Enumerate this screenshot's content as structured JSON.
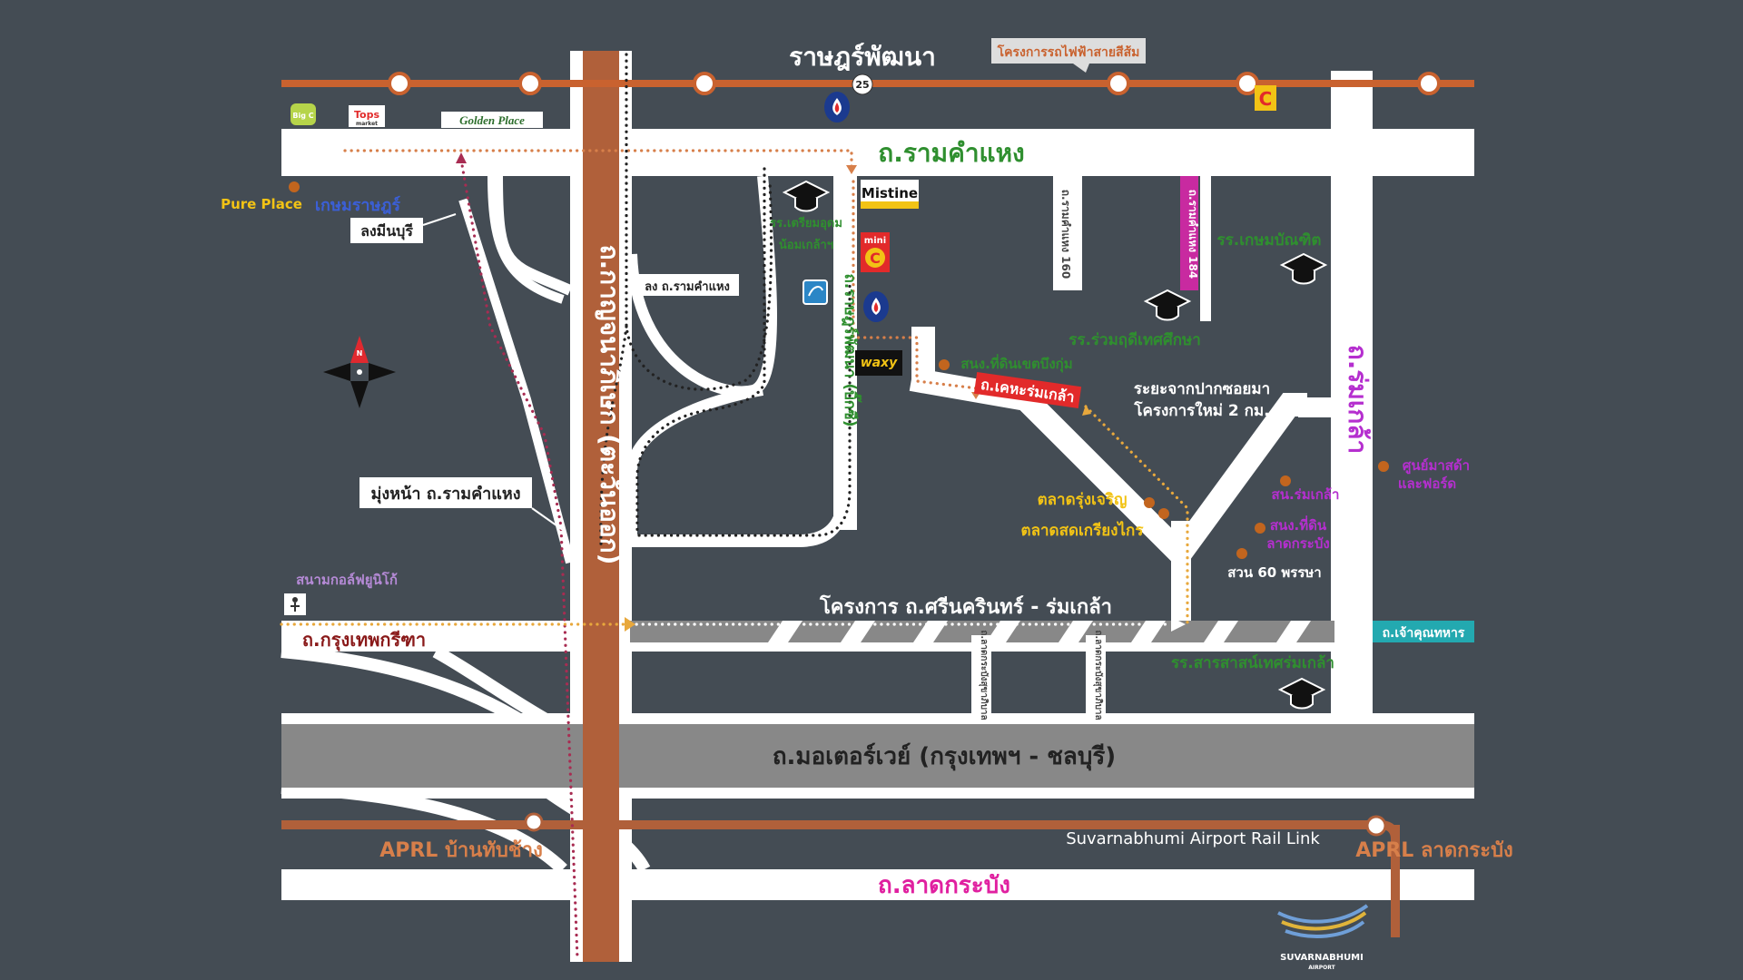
{
  "colors": {
    "background": "#444c54",
    "road": "#ffffff",
    "expressway": "#b0603a",
    "rail": "#c9622f",
    "motorway": "#888888",
    "route_dot_red": "#a82c52",
    "route_dot_orange": "#d77f4a",
    "route_dot_gold": "#e8a83c",
    "poi_dot": "#c2651e"
  },
  "header": {
    "road_name": "ราษฎร์พัฒนา",
    "project_callout": "โครงการรถไฟฟ้าสายสีส้ม",
    "route_number": "25"
  },
  "roads": {
    "ramkhamhaeng": "ถ.รามคำแหง",
    "kaset_rat": "เกษมราษฎร์",
    "lot_minburi": "ลงมีนบุรี",
    "lot_ramkhamhaeng": "ลง ถ.รามคำแหง",
    "expressway": "ถ.กาญจนาภิเษก (ตะวันออก)",
    "rat_phatthana_soi": "ถ.ราษฎร์พัฒนา (บิ๊กซี)",
    "khehaa_romklao": "ถ.เคหะร่มเกล้า",
    "romklao": "ถ.ร่มเกล้า",
    "ram160": "ถ.รามคำแหง 160",
    "ram184": "ถ.รามคำแหง 184",
    "krungthep_kreetha": "ถ.กรุงเทพกรีฑา",
    "srinakarin_project": "โครงการ ถ.ศรีนครินทร์ - ร่มเกล้า",
    "chao_khun_thahan": "ถ.เจ้าคุณทหาร",
    "motorway": "ถ.มอเตอร์เวย์ (กรุงเทพฯ - ชลบุรี)",
    "lat_krabang": "ถ.ลาดกระบัง",
    "airport_rail_link": "Suvarnabhumi Airport Rail Link",
    "mungna": "มุ่งหน้า ถ.รามคำแหง",
    "soi_left": "ถ.ลาดกระบังสุขาภิบาล",
    "soi_right": "ถ.ลาดกระบังสุขาภิบาล"
  },
  "stations": {
    "ban_thap_chang": "APRL บ้านทับช้าง",
    "lat_krabang": "APRL ลาดกระบัง"
  },
  "places": {
    "pure_place": "Pure Place",
    "golden_place": "Golden Place",
    "tops": "Tops",
    "tops_sub": "market",
    "mistine": "Mistine",
    "mini": "mini",
    "waxy": "waxy",
    "school_triam": "รร.เตรียมอุดม",
    "school_triam2": "น้อมเกล้าฯ",
    "school_kasem": "รร.เกษมบัณฑิต",
    "school_ruam": "รร.ร่วมฤดีเทศศึกษา",
    "school_saras": "รร.สารสาสน์เทศร่มเกล้า",
    "land_office_bk": "สนง.ที่ดินเขตบึงกุ่ม",
    "distance": "ระยะจากปากซอยมา",
    "distance2": "โครงการใหม่ 2 กม.",
    "romklao_office": "สน.ร่มเกล้า",
    "land_office_lk": "สนง.ที่ดิน",
    "land_office_lk2": "ลาดกระบัง",
    "suan60": "สวน 60 พรรษา",
    "mazda": "ศูนย์มาสด้า",
    "mazda2": "และฟอร์ด",
    "market_rung": "ตลาดรุ่งเจริญ",
    "market_kriang": "ตลาดสดเกรียงไกร",
    "golf": "สนามกอล์ฟยูนิโก้",
    "suvarnabhumi": "SUVARNABHUMI",
    "suvarnabhumi_sub": "AIRPORT"
  },
  "compass": {
    "north": "N"
  }
}
